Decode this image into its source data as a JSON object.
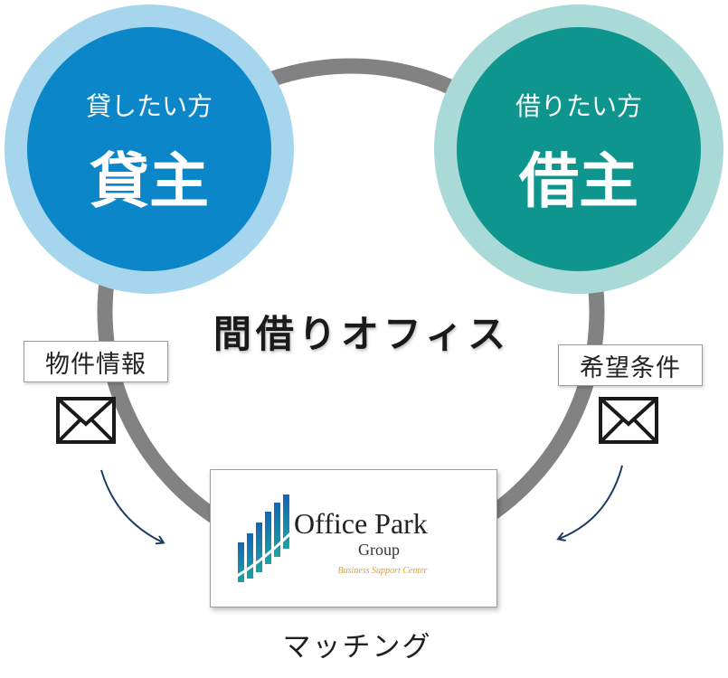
{
  "lender": {
    "subtitle": "貸したい方",
    "title": "貸主",
    "color": "#0b86c9",
    "ring_color": "#a5d6ee"
  },
  "borrower": {
    "subtitle": "借りたい方",
    "title": "借主",
    "color": "#0e968e",
    "ring_color": "#a9dad7"
  },
  "center_title": "間借りオフィス",
  "left_tag": "物件情報",
  "right_tag": "希望条件",
  "envelope_icon": "envelope-icon",
  "logo": {
    "name": "Office Park",
    "group": "Group",
    "tagline": "Business Support Center",
    "tagline_color": "#e3a020",
    "bar_colors": [
      "#1565b4",
      "#1aa3a3"
    ]
  },
  "matching_label": "マッチング",
  "circle_color": "#828282",
  "arrow_color": "#1e3a63"
}
